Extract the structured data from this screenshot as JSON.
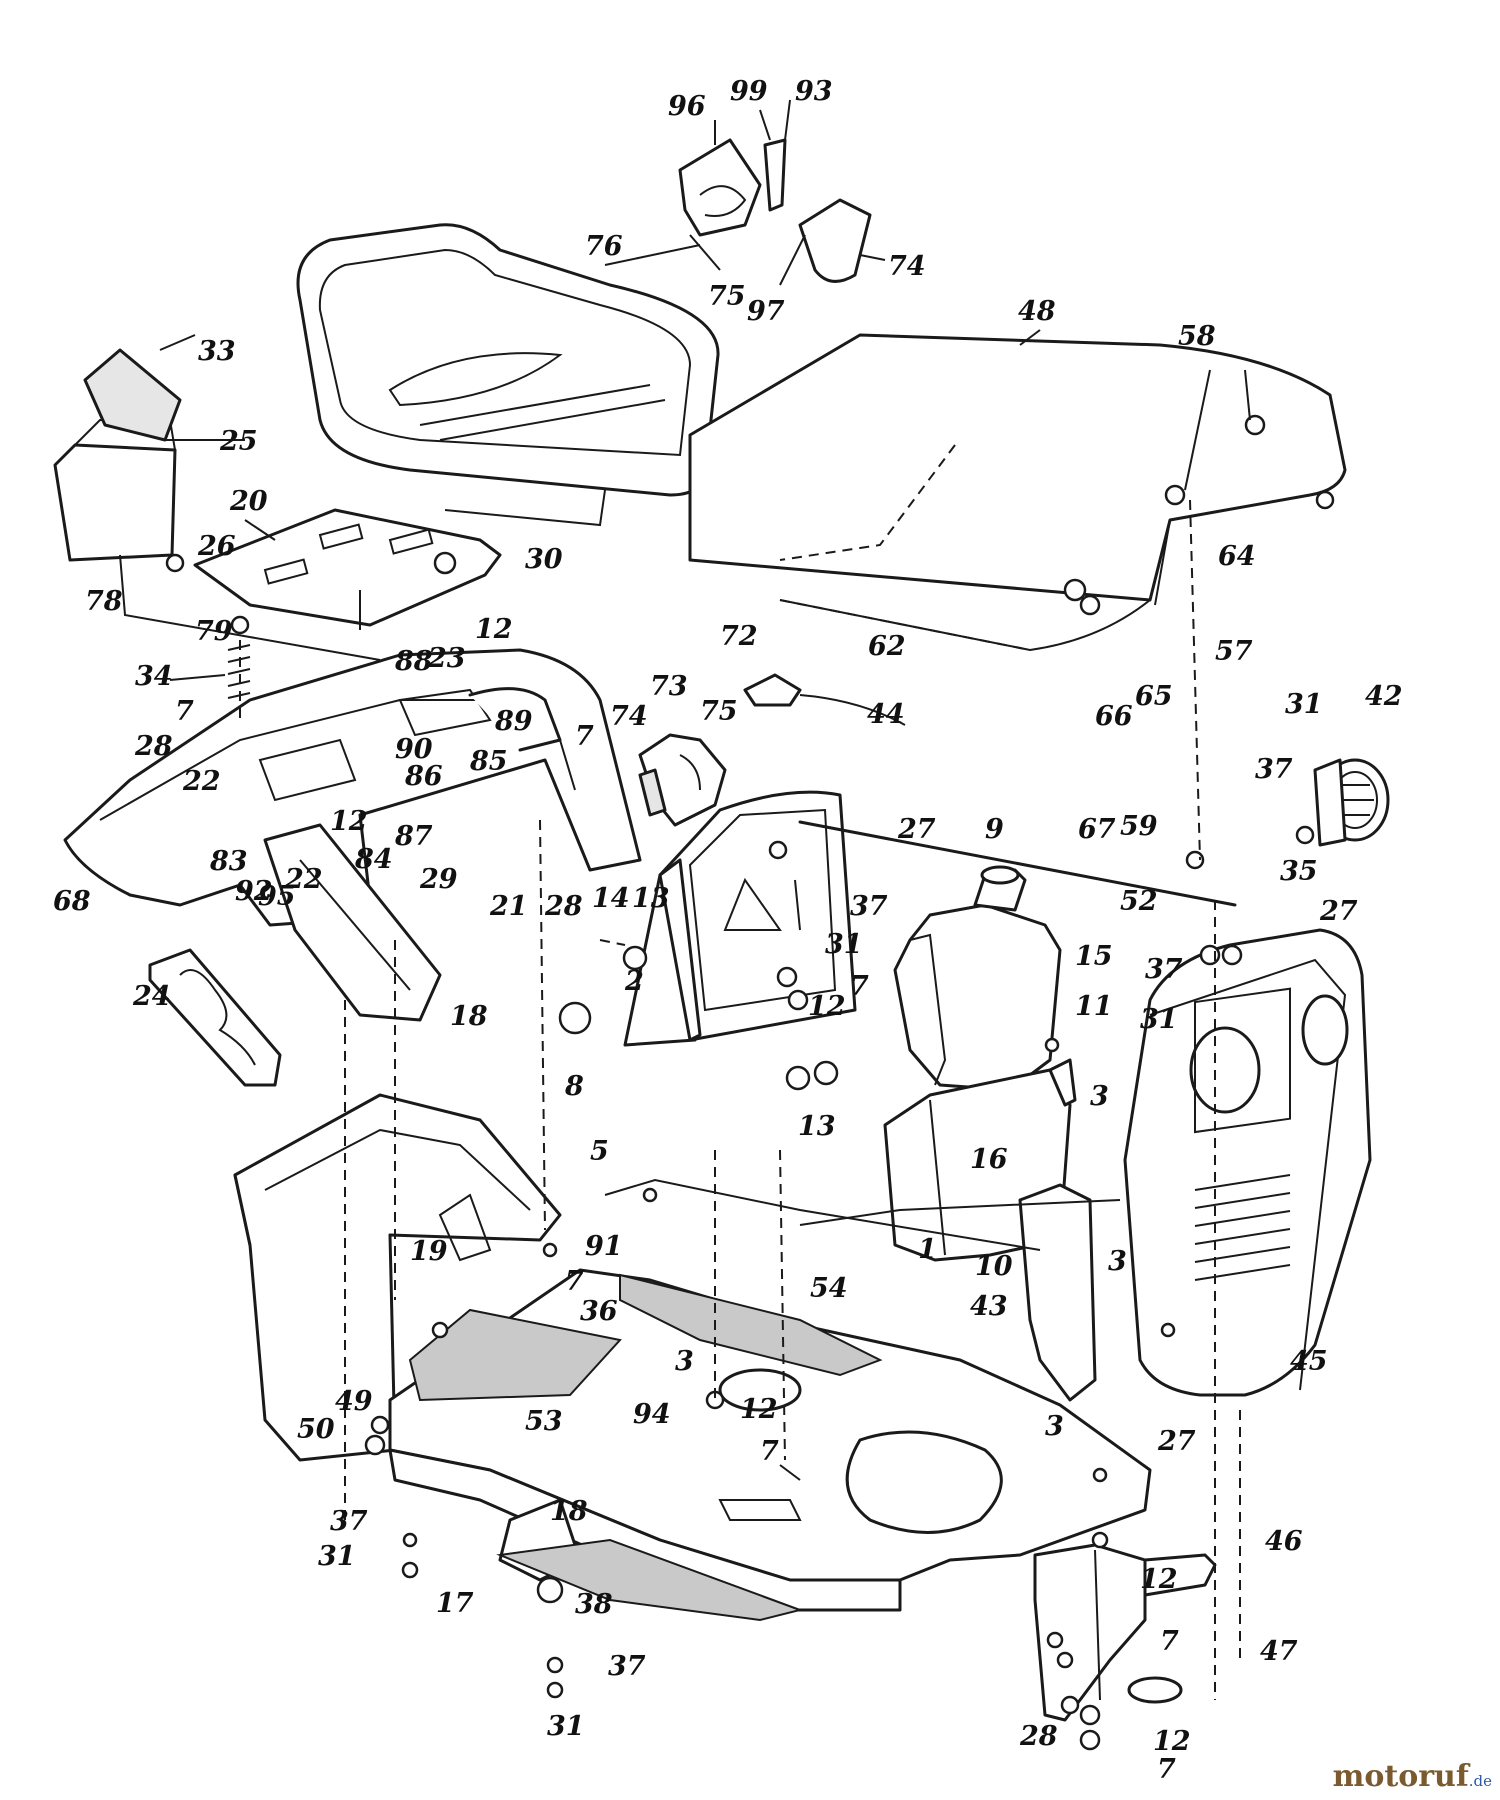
{
  "labels": {
    "n1": "1",
    "n2": "2",
    "n3": "3",
    "n5": "5",
    "n7": "7",
    "n8": "8",
    "n9": "9",
    "n10": "10",
    "n11": "11",
    "n12": "12",
    "n13": "13",
    "n14": "14",
    "n15": "15",
    "n16": "16",
    "n17": "17",
    "n18": "18",
    "n19": "19",
    "n20": "20",
    "n21": "21",
    "n22": "22",
    "n23": "23",
    "n24": "24",
    "n25": "25",
    "n26": "26",
    "n27": "27",
    "n28": "28",
    "n29": "29",
    "n30": "30",
    "n31": "31",
    "n33": "33",
    "n34": "34",
    "n35": "35",
    "n36": "36",
    "n37": "37",
    "n38": "38",
    "n42": "42",
    "n43": "43",
    "n44": "44",
    "n45": "45",
    "n46": "46",
    "n47": "47",
    "n48": "48",
    "n49": "49",
    "n50": "50",
    "n52": "52",
    "n53": "53",
    "n54": "54",
    "n57": "57",
    "n58": "58",
    "n59": "59",
    "n62": "62",
    "n64": "64",
    "n65": "65",
    "n66": "66",
    "n67": "67",
    "n68": "68",
    "n72": "72",
    "n73": "73",
    "n74": "74",
    "n75": "75",
    "n76": "76",
    "n78": "78",
    "n79": "79",
    "n83": "83",
    "n84": "84",
    "n85": "85",
    "n86": "86",
    "n87": "87",
    "n88": "88",
    "n89": "89",
    "n90": "90",
    "n91": "91",
    "n92": "92",
    "n93": "93",
    "n94": "94",
    "n95": "95",
    "n96": "96",
    "n97": "97",
    "n99": "99"
  },
  "watermark": {
    "brand": "motoruf",
    "suffix": ".de"
  },
  "colors": {
    "line": "#1a1a1a",
    "background": "#ffffff",
    "watermark_brand": "#7a5a2e",
    "watermark_suffix": "#2e56a8"
  }
}
